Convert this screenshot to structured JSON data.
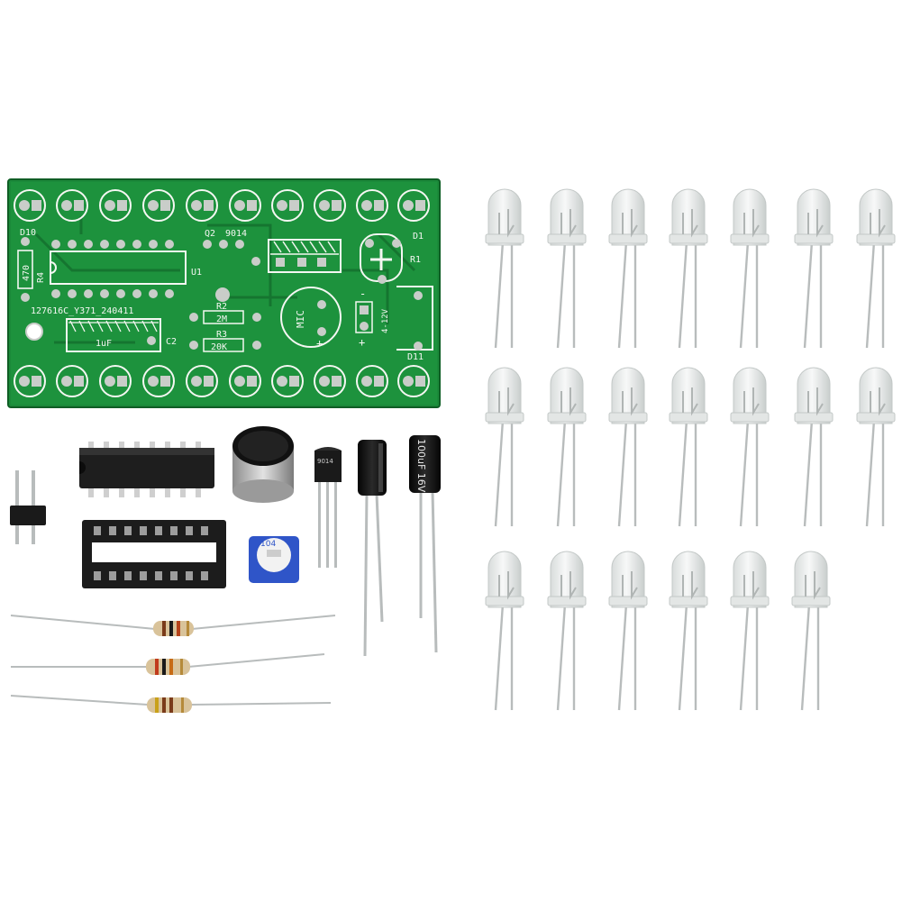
{
  "colors": {
    "background": "#ffffff",
    "pcb_green": "#1b8a3a",
    "pcb_dark": "#11662a",
    "silkscreen": "#f4f7f2",
    "pad_silver": "#c9cdc9",
    "ic_black": "#1e1e1e",
    "electrolytic": "#141414",
    "resistor_body": "#d9c39a",
    "trimpot_blue": "#2f55c8",
    "led_clear": "#eef0ef",
    "lead_silver": "#b8bcbc"
  },
  "pcb": {
    "silkscreen": {
      "d10": "D10",
      "d1": "D1",
      "d11": "D11",
      "r4": "R4",
      "r4_value": "470",
      "q2": "Q2",
      "q2_part": "9014",
      "u1": "U1",
      "r1": "R1",
      "r2": "R2",
      "r2_value": "2M",
      "r3": "R3",
      "r3_value": "20K",
      "c2": "C2",
      "c2_value": "1uF",
      "mic": "MIC",
      "plus": "+",
      "minus": "-",
      "voltage": "4-12V",
      "board_code": "127616C_Y371_240411"
    }
  },
  "parts": {
    "capacitor_label": "100uF 16V",
    "trimpot_label": "104",
    "transistor_label": "9014",
    "led_count": 20
  },
  "icons": [
    "pcb-board",
    "ic-chip",
    "ic-socket",
    "electret-microphone",
    "trimmer-potentiometer",
    "transistor",
    "electrolytic-capacitor",
    "pin-header",
    "resistor",
    "led"
  ]
}
